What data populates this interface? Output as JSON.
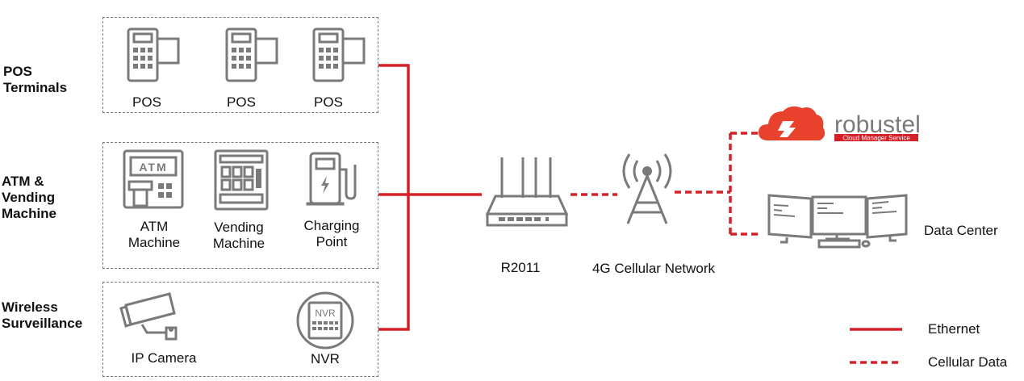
{
  "groups": [
    {
      "label_line1": "POS",
      "label_line2": "Terminals",
      "label_line3": "",
      "devices": [
        {
          "line1": "POS",
          "line2": ""
        },
        {
          "line1": "POS",
          "line2": ""
        },
        {
          "line1": "POS",
          "line2": ""
        }
      ]
    },
    {
      "label_line1": "ATM &",
      "label_line2": "Vending",
      "label_line3": "Machine",
      "devices": [
        {
          "line1": "ATM",
          "line2": "Machine"
        },
        {
          "line1": "Vending",
          "line2": "Machine"
        },
        {
          "line1": "Charging",
          "line2": "Point"
        }
      ]
    },
    {
      "label_line1": "Wireless",
      "label_line2": "Surveillance",
      "label_line3": "",
      "devices": [
        {
          "line1": "IP Camera",
          "line2": ""
        },
        {
          "line1": "NVR",
          "line2": ""
        }
      ]
    }
  ],
  "router": {
    "label": "R2011"
  },
  "network": {
    "label": "4G Cellular Network"
  },
  "cloud": {
    "brand": "robustel",
    "subtitle": "Cloud Manager Service"
  },
  "datacenter": {
    "label": "Data Center"
  },
  "atm_screen_text": "ATM",
  "nvr_text": "NVR",
  "legend": [
    {
      "label": "Ethernet",
      "style": "solid",
      "color": "#d62027"
    },
    {
      "label": "Cellular Data",
      "style": "dashed",
      "color": "#d62027"
    }
  ],
  "colors": {
    "accent": "#d62027",
    "icon": "#7a7a7a",
    "box_border": "#777777"
  }
}
